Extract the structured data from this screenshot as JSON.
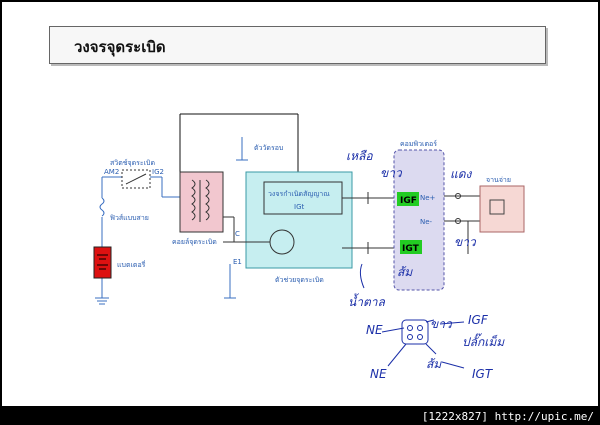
{
  "title": "วงจรจุดระเบิด",
  "footer": "[1222x827] http://upic.me/",
  "labels": {
    "ignition_switch": "สวิตช์จุดระเบิด",
    "am2": "AM2",
    "ig2": "IG2",
    "fuse": "ฟิวส์แบบสาย",
    "battery": "แบตเตอรี่",
    "ignition_coil": "คอยล์จุดระเบิด",
    "tachometer": "ตัววัดรอบ",
    "ig_signal_circuit": "วงจรกำเนิดสัญญาณ",
    "igt_label_inner": "IGt",
    "igniter": "ตัวช่วยจุดระเบิด",
    "computer": "คอมพิวเตอร์",
    "c_terminal": "C",
    "e1_terminal": "E1",
    "ne_plus": "Ne+",
    "ne_minus": "Ne-",
    "sensor": "จานจ่าย",
    "igf_badge": "IGF",
    "igt_badge": "IGT"
  },
  "colors": {
    "igf_badge": "#22cc22",
    "igt_badge": "#22cc22",
    "battery": "#dd1111",
    "igniter_fill": "#c6eef0",
    "coil_fill": "#f2c7cf",
    "computer_fill": "#dcdaf0",
    "sensor_fill": "#f6d8d4"
  },
  "handwritten": {
    "green_top": "เหลือ",
    "white_top": "ขาว",
    "orange": "ส้ม",
    "white_right": "ขาว",
    "sensor_note": "แดง",
    "brown": "น้ำตาล",
    "connector_left_top": "NE",
    "connector_left_bottom": "NE",
    "connector_white": "ขาว",
    "connector_igf": "IGF",
    "connector_plug": "ปลั๊กเม็ม",
    "connector_orange": "ส้ม",
    "connector_igt": "IGT"
  }
}
